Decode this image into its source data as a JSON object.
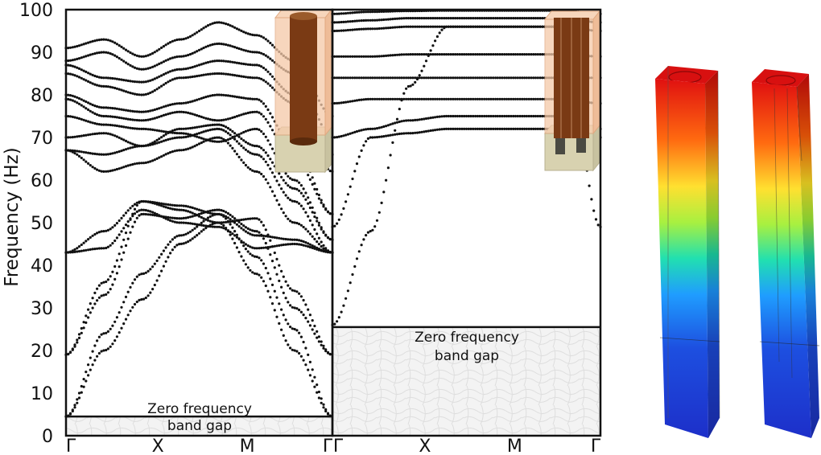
{
  "chart_data": {
    "type": "scatter",
    "ylabel": "Frequency (Hz)",
    "ylim": [
      0,
      100
    ],
    "y_ticks": [
      "0",
      "10",
      "20",
      "30",
      "40",
      "50",
      "60",
      "70",
      "80",
      "90",
      "100"
    ],
    "k_ticks": [
      "Γ",
      "X",
      "M",
      "Γ"
    ],
    "panels": [
      {
        "id": "left",
        "annotation": [
          "Zero frequency",
          "band gap"
        ],
        "gap_upper": 4.5,
        "series": [
          {
            "values": [
              4.5,
              20,
              32,
              45,
              50,
              38,
              20,
              4.5
            ]
          },
          {
            "values": [
              4.5,
              24,
              38,
              47,
              52,
              42,
              25,
              4.5
            ]
          },
          {
            "values": [
              19,
              33,
              52,
              51,
              53,
              48,
              30,
              19
            ]
          },
          {
            "values": [
              19,
              36,
              55,
              53,
              50,
              51,
              34,
              19
            ]
          },
          {
            "values": [
              43,
              44,
              53,
              50,
              49,
              44,
              45,
              43
            ]
          },
          {
            "values": [
              43,
              48,
              55,
              54,
              52,
              47,
              46,
              43
            ]
          },
          {
            "values": [
              67,
              62,
              64,
              67,
              70,
              62,
              50,
              43
            ]
          },
          {
            "values": [
              67,
              66,
              68,
              70,
              72,
              66,
              55,
              43
            ]
          },
          {
            "values": [
              70,
              71,
              68,
              72,
              73,
              68,
              58,
              46
            ]
          },
          {
            "values": [
              75,
              73,
              72,
              71,
              69,
              72,
              60,
              46
            ]
          },
          {
            "values": [
              79,
              75,
              74,
              76,
              74,
              76,
              65,
              52
            ]
          },
          {
            "values": [
              80,
              77,
              76,
              78,
              80,
              79,
              68,
              52
            ]
          },
          {
            "values": [
              85,
              82,
              80,
              84,
              85,
              84,
              78,
              62
            ]
          },
          {
            "values": [
              87,
              84,
              83,
              86,
              88,
              87,
              80,
              66
            ]
          },
          {
            "values": [
              88,
              90,
              86,
              89,
              92,
              90,
              85,
              70
            ]
          },
          {
            "values": [
              91,
              93,
              89,
              93,
              97,
              94,
              88,
              75
            ]
          }
        ]
      },
      {
        "id": "right",
        "annotation": [
          "Zero frequency",
          "band gap"
        ],
        "gap_upper": 25.5,
        "series": [
          {
            "values": [
              26,
              48,
              82,
              96,
              96,
              96,
              96,
              49
            ]
          },
          {
            "values": [
              49,
              70,
              71,
              72,
              72,
              72,
              72,
              70
            ]
          },
          {
            "values": [
              70,
              72,
              74,
              75,
              75,
              75,
              75,
              72
            ]
          },
          {
            "values": [
              78,
              79,
              79,
              79,
              79,
              79,
              79,
              78
            ]
          },
          {
            "values": [
              84,
              84,
              84,
              84,
              84,
              84,
              84,
              84
            ]
          },
          {
            "values": [
              89,
              89,
              89.5,
              89.5,
              89.5,
              89.5,
              89.5,
              89
            ]
          },
          {
            "values": [
              95,
              95.5,
              96,
              96,
              96,
              96,
              96,
              95
            ]
          },
          {
            "values": [
              97,
              97.5,
              98,
              98,
              98,
              98,
              98,
              97
            ]
          },
          {
            "values": [
              99,
              99.5,
              99.7,
              99.8,
              99.8,
              99.8,
              99.8,
              99
            ]
          }
        ]
      }
    ],
    "insets": [
      {
        "panel": "left",
        "label": "solid-rod-pillar"
      },
      {
        "panel": "right",
        "label": "ribbed-pillar"
      }
    ],
    "mode_shapes": {
      "colormap": [
        "#1d2fc9",
        "#1f9dff",
        "#21e0b0",
        "#a8f040",
        "#ffe030",
        "#ff7a10",
        "#e01010"
      ],
      "items": [
        "mode-shape-solid-pillar",
        "mode-shape-ribbed-pillar"
      ]
    }
  }
}
